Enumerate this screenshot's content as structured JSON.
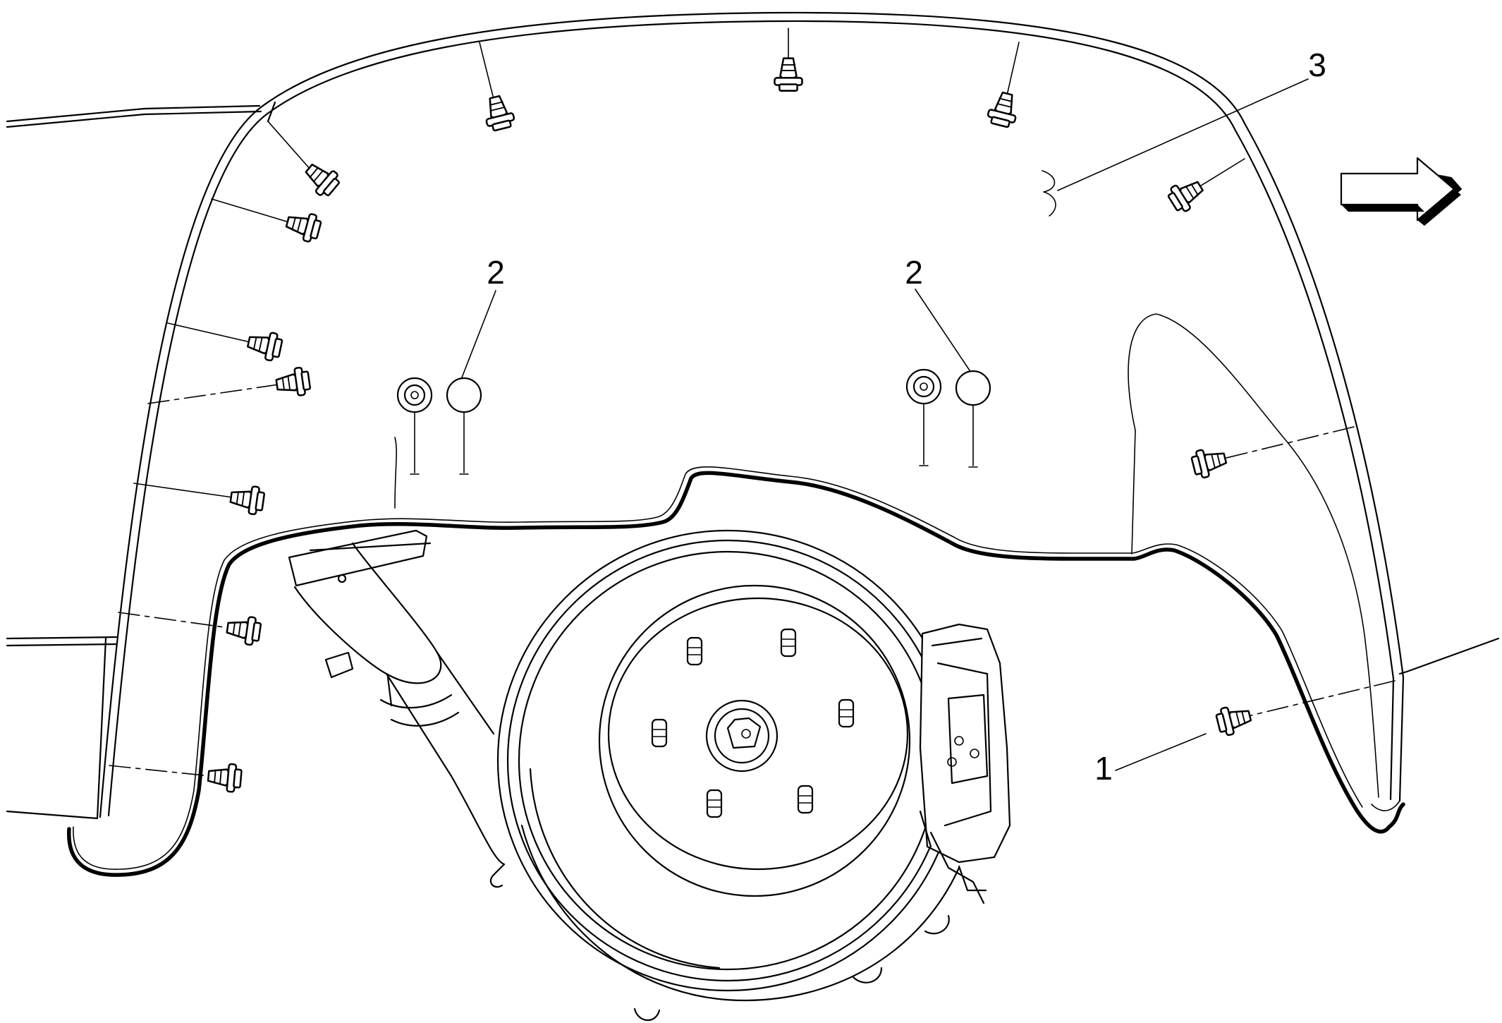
{
  "callouts": {
    "label_1": "1",
    "label_2_left": "2",
    "label_2_right": "2",
    "label_3": "3"
  },
  "colors": {
    "line": "#000000",
    "fill": "#ffffff"
  },
  "icons": {
    "direction_arrow": "forward-arrow-icon"
  }
}
